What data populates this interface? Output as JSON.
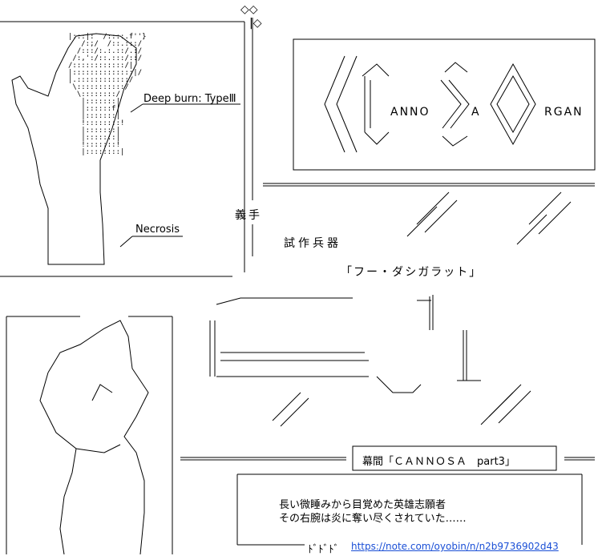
{
  "top_left_labels": {
    "deep_burn": "Deep burn: TypeⅢ",
    "necrosis": "Necrosis"
  },
  "center_vertical": {
    "gishu": "義手",
    "shisaku": "試作兵器",
    "weapon_name": "「フー・ダシガラット」"
  },
  "logo": {
    "letters_big": [
      "C",
      "S",
      "O"
    ],
    "words": [
      "ANNO",
      "A",
      "RGAN"
    ]
  },
  "chapter_title": "幕間「ＣＡＮＮＯＳＡ　part3」",
  "description_lines": [
    "長い微睡みから目覚めた英雄志願者",
    "その右腕は炎に奪い尽くされていた……"
  ],
  "link": {
    "arrows": "ﾄﾞﾄﾞﾄﾞ",
    "url": "https://note.com/oyobin/n/n2b9736902d43"
  },
  "symbols": {
    "diamonds": "◇◇",
    "lozenge_mark": "|◇"
  }
}
